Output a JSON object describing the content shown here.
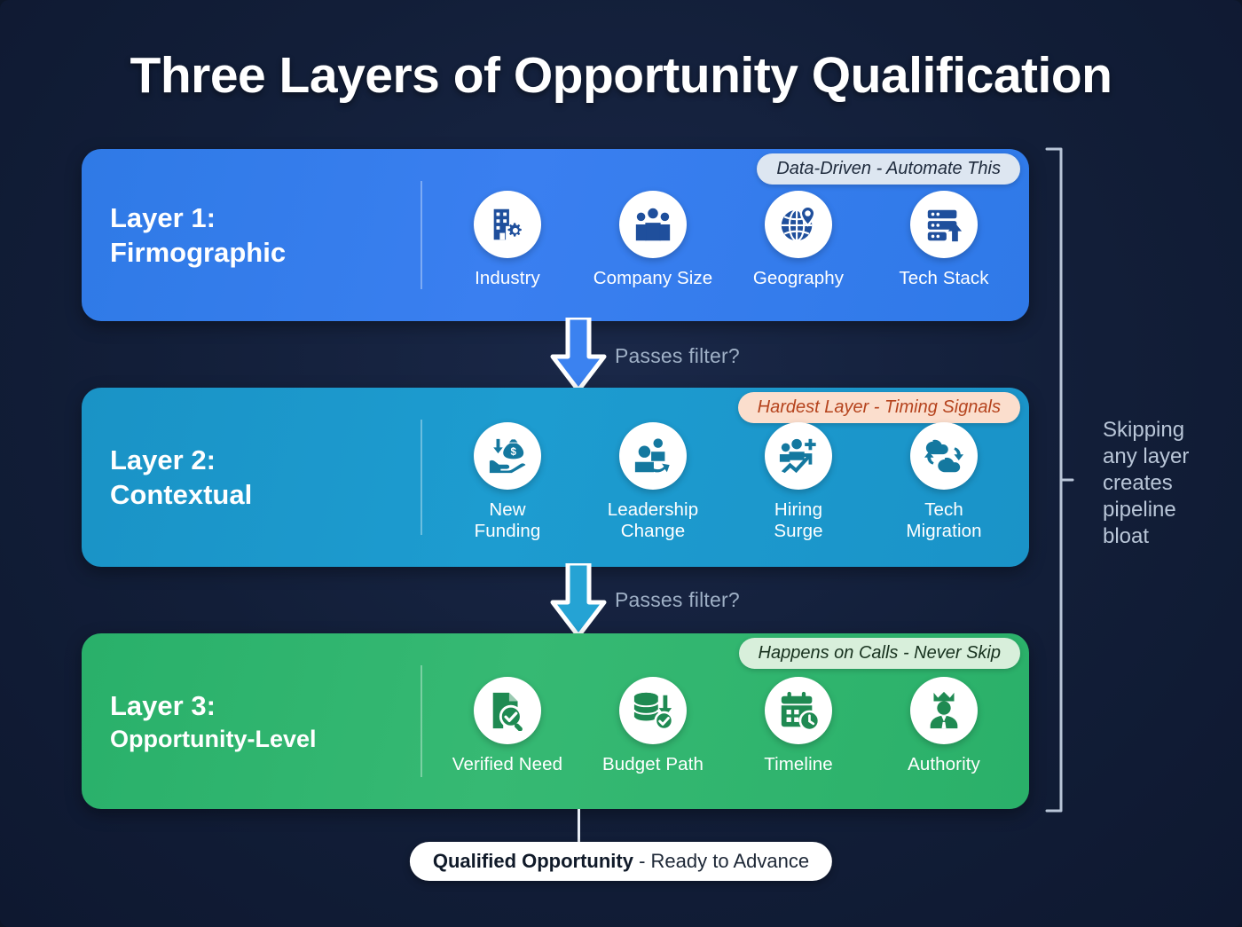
{
  "title": "Three Layers of Opportunity Qualification",
  "colors": {
    "background": "#121f3d",
    "layer1": "#3179e8",
    "layer2": "#1d9bcd",
    "layer3": "#2fb26d",
    "badge1_bg": "#dde6f1",
    "badge1_text": "#1f2b3d",
    "badge2_bg": "#fbdecd",
    "badge2_text": "#b5431d",
    "badge3_bg": "#d8efdb",
    "badge3_text": "#18321f",
    "bracket": "#b9c6d8",
    "note_text": "#9fb0c6"
  },
  "layers": [
    {
      "name_line1": "Layer 1:",
      "name_line2": "Firmographic",
      "badge": "Data-Driven - Automate This",
      "items": [
        {
          "label": "Industry",
          "icon": "building-gear-icon"
        },
        {
          "label": "Company Size",
          "icon": "people-group-icon"
        },
        {
          "label": "Geography",
          "icon": "globe-pin-icon"
        },
        {
          "label": "Tech Stack",
          "icon": "server-stack-arrow-icon"
        }
      ]
    },
    {
      "name_line1": "Layer 2:",
      "name_line2": "Contextual",
      "badge": "Hardest Layer - Timing Signals",
      "items": [
        {
          "label": "New\nFunding",
          "icon": "hand-money-bag-icon"
        },
        {
          "label": "Leadership\nChange",
          "icon": "people-swap-arrow-icon"
        },
        {
          "label": "Hiring\nSurge",
          "icon": "people-growth-chart-icon"
        },
        {
          "label": "Tech\nMigration",
          "icon": "cloud-sync-icon"
        }
      ]
    },
    {
      "name_line1": "Layer 3:",
      "name_line2": "Opportunity-Level",
      "badge": "Happens on Calls - Never Skip",
      "items": [
        {
          "label": "Verified Need",
          "icon": "document-magnifier-check-icon"
        },
        {
          "label": "Budget Path",
          "icon": "coins-down-check-icon"
        },
        {
          "label": "Timeline",
          "icon": "calendar-clock-icon"
        },
        {
          "label": "Authority",
          "icon": "person-crown-icon"
        }
      ]
    }
  ],
  "connectors": [
    {
      "label": "Passes filter?",
      "icon": "down-arrow-icon"
    },
    {
      "label": "Passes filter?",
      "icon": "down-arrow-icon"
    }
  ],
  "bracket_note": "Skipping any layer creates pipeline bloat",
  "result": {
    "bold": "Qualified Opportunity",
    "rest": " - Ready to Advance"
  }
}
